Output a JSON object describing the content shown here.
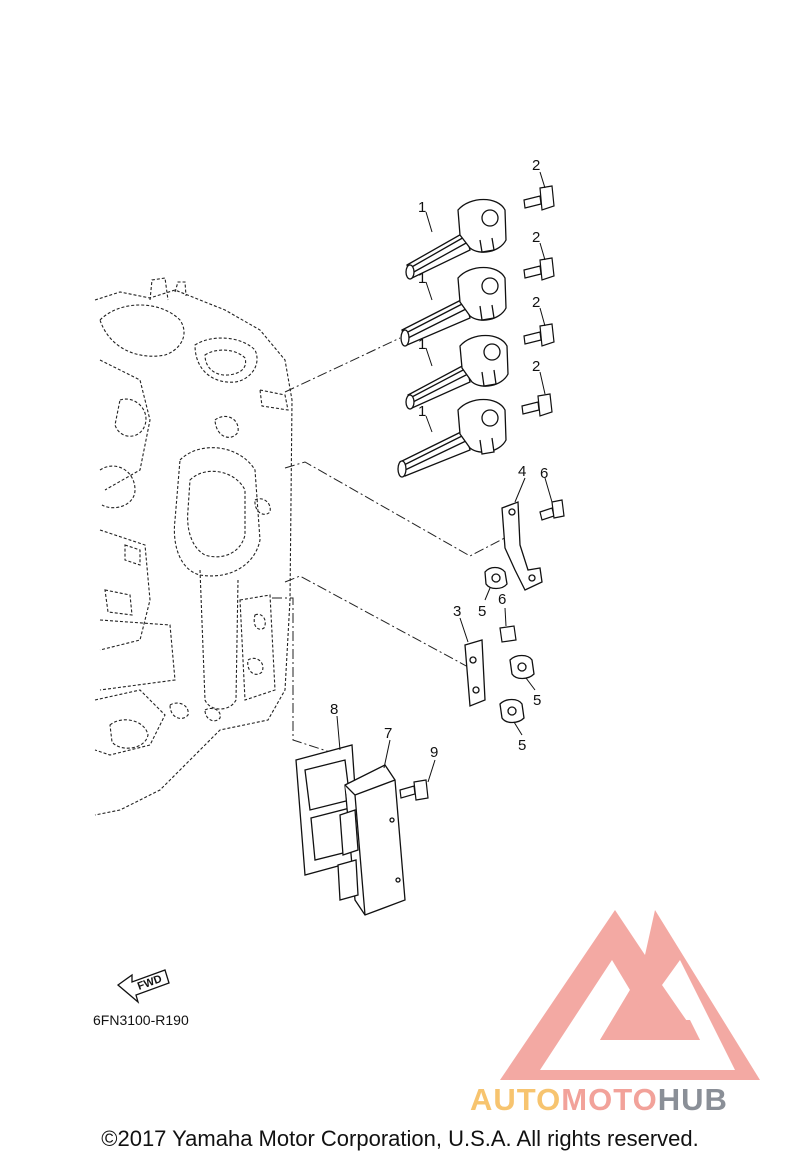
{
  "diagram": {
    "part_code": "6FN3100-R190",
    "copyright": "©2017 Yamaha Motor Corporation, U.S.A. All rights reserved.",
    "fwd_label": "FWD",
    "callouts": [
      {
        "id": "c1a",
        "text": "1"
      },
      {
        "id": "c1b",
        "text": "1"
      },
      {
        "id": "c1c",
        "text": "1"
      },
      {
        "id": "c1d",
        "text": "1"
      },
      {
        "id": "c2a",
        "text": "2"
      },
      {
        "id": "c2b",
        "text": "2"
      },
      {
        "id": "c2c",
        "text": "2"
      },
      {
        "id": "c2d",
        "text": "2"
      },
      {
        "id": "c3",
        "text": "3"
      },
      {
        "id": "c4",
        "text": "4"
      },
      {
        "id": "c5a",
        "text": "5"
      },
      {
        "id": "c5b",
        "text": "5"
      },
      {
        "id": "c5c",
        "text": "5"
      },
      {
        "id": "c6a",
        "text": "6"
      },
      {
        "id": "c6b",
        "text": "6"
      },
      {
        "id": "c7",
        "text": "7"
      },
      {
        "id": "c8",
        "text": "8"
      },
      {
        "id": "c9",
        "text": "9"
      }
    ]
  },
  "watermark": {
    "word_1": "AUTO",
    "word_2": "MOTO",
    "word_3": "HUB",
    "colors": {
      "auto": "#f7c46f",
      "moto": "#f2a29a",
      "hub": "#8a8f97",
      "logo": "#f29b94"
    }
  }
}
